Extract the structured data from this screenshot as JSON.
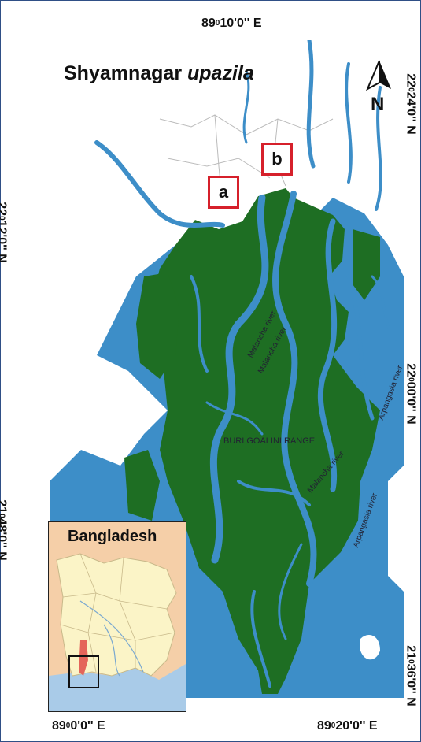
{
  "map": {
    "title_main": "Shyamnagar ",
    "title_italic": "upazila",
    "north_label": "N",
    "sites": [
      {
        "label": "a"
      },
      {
        "label": "b"
      }
    ],
    "coordinates": {
      "top_deg": "89",
      "top_sup": "0",
      "top_rest": "10'0'' E",
      "bottom_left_deg": "89",
      "bottom_left_sup": "0",
      "bottom_left_rest": "0'0'' E",
      "bottom_right_deg": "89",
      "bottom_right_sup": "0",
      "bottom_right_rest": "20'0'' E",
      "left_1_deg": "22",
      "left_1_sup": "0",
      "left_1_rest": "12'0'' N",
      "left_2_deg": "21",
      "left_2_sup": "0",
      "left_2_rest": "48'0'' N",
      "right_1_deg": "22",
      "right_1_sup": "0",
      "right_1_rest": "24'0'' N",
      "right_2_deg": "22",
      "right_2_sup": "0",
      "right_2_rest": "00'0'' N",
      "right_3_deg": "21",
      "right_3_sup": "0",
      "right_3_rest": "36'0'' N"
    },
    "labels": {
      "range": "BURI GOALINI RANGE",
      "malancha_1": "Malancha river",
      "malancha_2": "Malancha river",
      "malancha_3": "Malancha river",
      "arpangasia_1": "Arpangasia river",
      "arpangasia_2": "Arpangasia river"
    },
    "inset": {
      "title": "Bangladesh"
    },
    "colors": {
      "forest": "#1e6e23",
      "river": "#3d8ec8",
      "land": "#ffffff",
      "boundary": "#d6202b",
      "inset_land": "#fbf4c7",
      "inset_neighbor": "#f5cfa8",
      "inset_sea": "#a9cbe8",
      "inset_highlight": "#e4655a"
    }
  }
}
